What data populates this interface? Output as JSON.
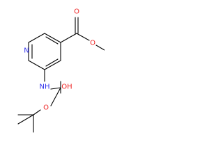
{
  "molecule": {
    "atoms": {
      "N_ring": "N",
      "O_carbonyl_ester": "O",
      "O_ester": "O",
      "NH": "NH",
      "OH": "OH",
      "O_tbu": "O"
    },
    "colors": {
      "bond": "#000000",
      "nitrogen": "#3333ee",
      "oxygen": "#ee2222",
      "background": "#ffffff"
    }
  }
}
